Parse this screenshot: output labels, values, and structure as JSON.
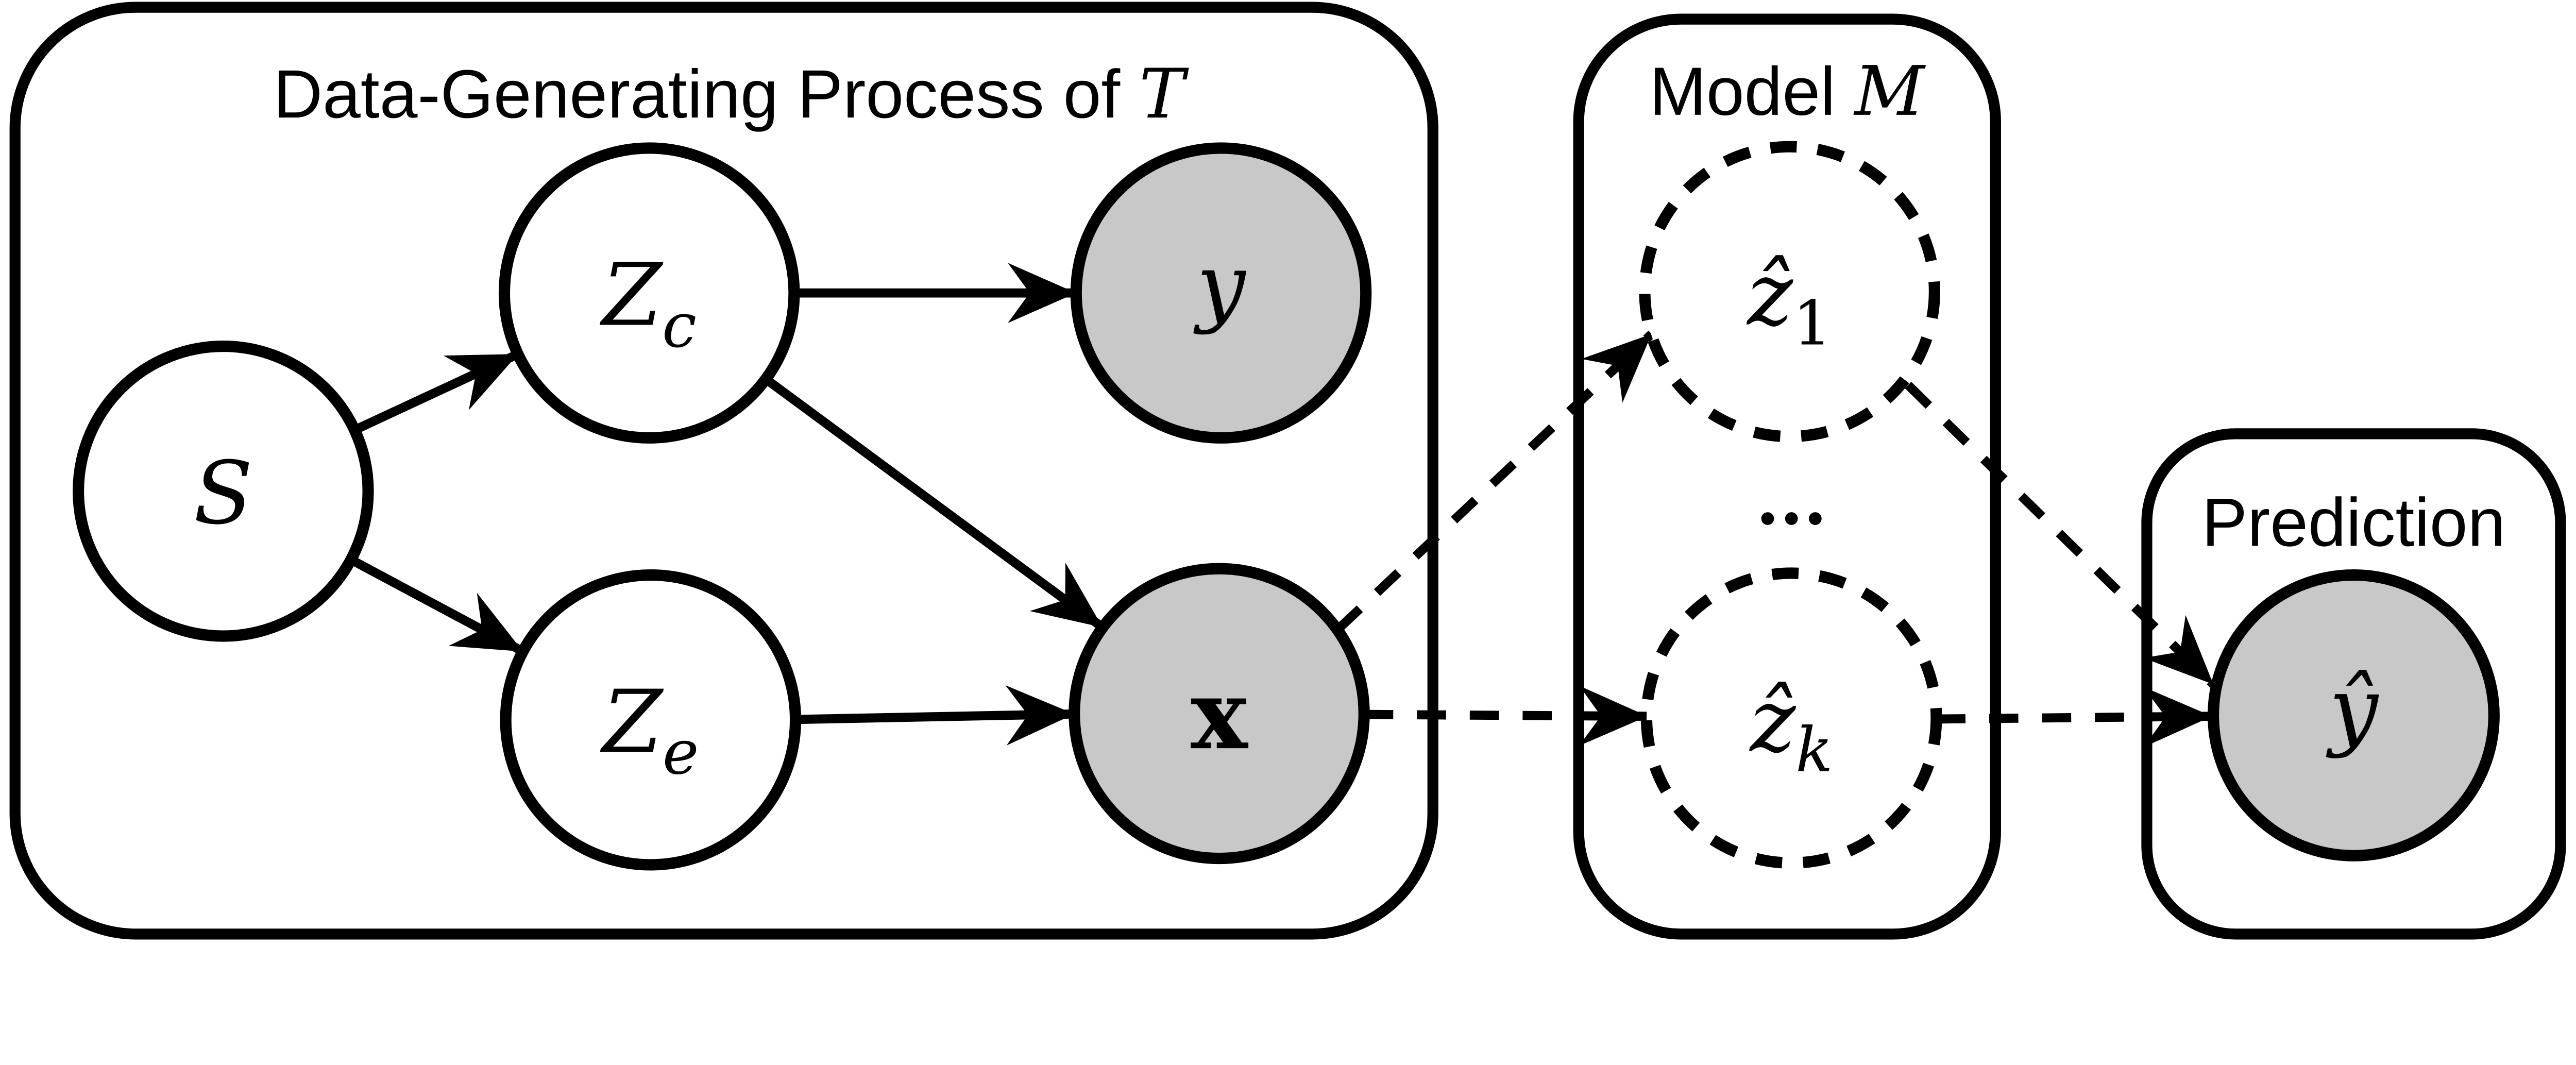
{
  "figure": {
    "type": "causal-graph-diagram",
    "background": "#ffffff",
    "stroke_color": "#000000",
    "observed_node_fill": "#c8c8c8",
    "latent_node_fill": "#ffffff"
  },
  "panels": {
    "dgp": {
      "title_prefix": "Data-Generating Process of ",
      "title_math": "T"
    },
    "model": {
      "title_prefix": "Model ",
      "title_math": "M"
    },
    "prediction": {
      "title": "Prediction"
    }
  },
  "nodes": {
    "s": {
      "label": "S"
    },
    "zc": {
      "label_base": "Z",
      "label_sub": "c"
    },
    "ze": {
      "label_base": "Z",
      "label_sub": "e"
    },
    "y": {
      "label": "y"
    },
    "x": {
      "label": "x"
    },
    "z1": {
      "label_base": "ẑ",
      "label_sub": "1"
    },
    "zk": {
      "label_base": "ẑ",
      "label_sub": "k"
    },
    "yhat": {
      "label": "ŷ"
    }
  },
  "ellipsis": "...",
  "edges": [
    {
      "from": "S",
      "to": "Z_c",
      "style": "solid"
    },
    {
      "from": "S",
      "to": "Z_e",
      "style": "solid"
    },
    {
      "from": "Z_c",
      "to": "y",
      "style": "solid"
    },
    {
      "from": "Z_c",
      "to": "x",
      "style": "solid"
    },
    {
      "from": "Z_e",
      "to": "x",
      "style": "solid"
    },
    {
      "from": "x",
      "to": "ẑ_1",
      "style": "dashed"
    },
    {
      "from": "x",
      "to": "ẑ_k",
      "style": "dashed"
    },
    {
      "from": "ẑ_1",
      "to": "ŷ",
      "style": "dashed"
    },
    {
      "from": "ẑ_k",
      "to": "ŷ",
      "style": "dashed"
    }
  ]
}
